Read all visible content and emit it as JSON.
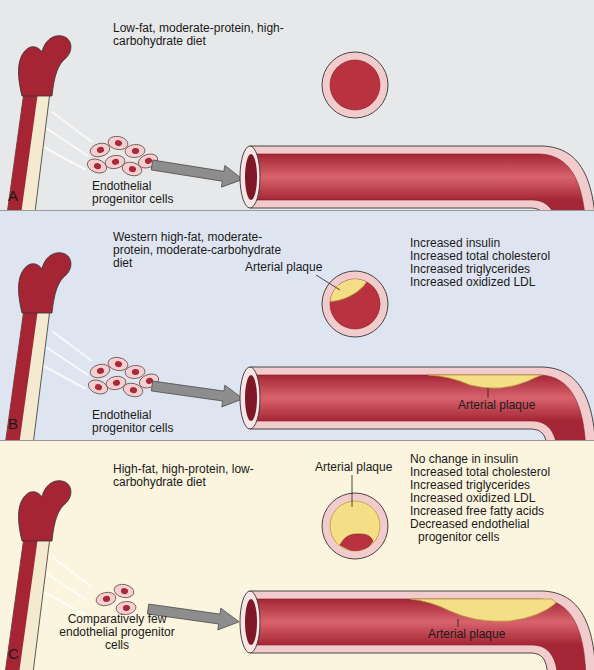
{
  "diagram": {
    "nodes": [
      {
        "text": [
          "Low-fat, moderate-protein, high-carbohydrate diet",
          "Endothelial progenitor cells",
          "A"
        ]
      },
      {
        "text": [
          "Western high-fat, moderate-protein, moderate-carbohydrate diet",
          "Arterial plaque",
          "Increased insulin",
          "Increased total cholesterol",
          "Increased triglycerides",
          "Increased oxidized LDL",
          "Endothelial progenitor cells",
          "Arterial plaque",
          "B"
        ]
      },
      {
        "text": [
          "High-fat, high-protein, low-carbohydrate diet",
          "Arterial plaque",
          "No change in insulin",
          "Increased total cholesterol",
          "Increased triglycerides",
          "Increased oxidized LDL",
          "Increased free fatty acids",
          "Decreased endothelial progenitor cells",
          "Comparatively few endothelial progenitor cells",
          "Arterial plaque",
          "C"
        ]
      }
    ]
  }
}
